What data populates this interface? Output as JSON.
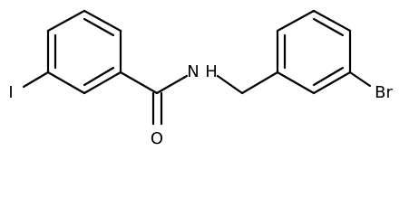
{
  "molecule": {
    "atoms": {
      "iodine": "I",
      "nitrogen": "N",
      "hydrogen": "H",
      "oxygen": "O",
      "bromine": "Br"
    },
    "colors": {
      "bond": "#000000",
      "label": "#000000",
      "background": "#ffffff"
    }
  }
}
